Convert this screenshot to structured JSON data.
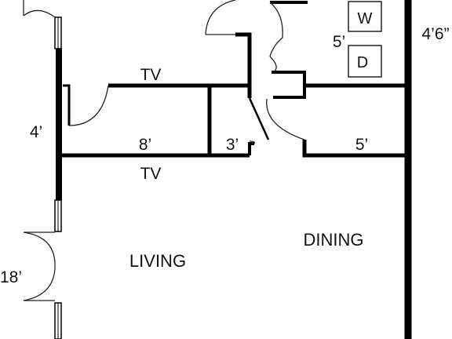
{
  "colors": {
    "wall": "#000000",
    "line": "#222222",
    "text": "#111111",
    "background": "#ffffff"
  },
  "labels": {
    "tv_upper": "TV",
    "tv_lower": "TV",
    "dim_4ft": "4’",
    "dim_8ft": "8’",
    "dim_3ft": "3’",
    "dim_5ft_closet": "5’",
    "dim_5ft_laundry": "5’",
    "dim_4ft6in": "4’6”",
    "dim_18ft": "18’",
    "room_living": "LIVING",
    "room_dining": "DINING"
  },
  "appliances": {
    "washer": "W",
    "dryer": "D"
  }
}
